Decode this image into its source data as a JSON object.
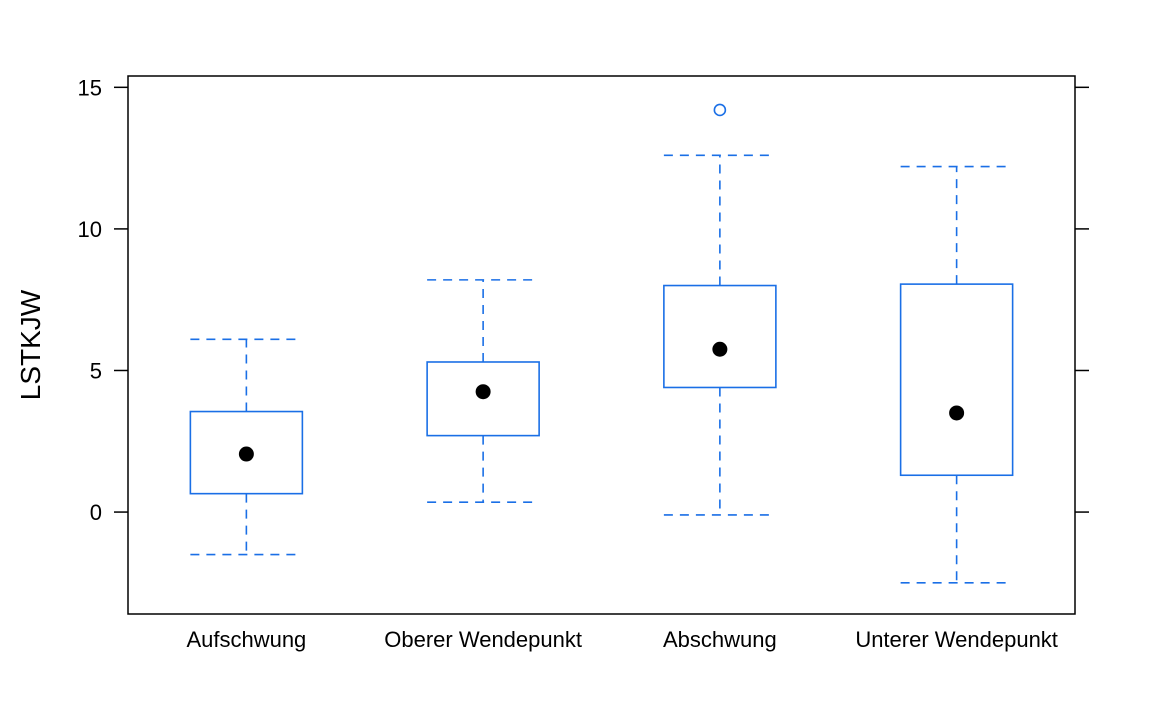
{
  "chart_data": {
    "type": "boxplot",
    "ylabel": "LSTKJW",
    "xlabel": "",
    "ylim": [
      -3.6,
      15.4
    ],
    "yticks": [
      0,
      5,
      10,
      15
    ],
    "grid": false,
    "legend": "none",
    "box_color": "#1A6FE6",
    "median_dot_color": "#000000",
    "categories": [
      "Aufschwung",
      "Oberer Wendepunkt",
      "Abschwung",
      "Unterer Wendepunkt"
    ],
    "boxes": [
      {
        "category": "Aufschwung",
        "whisker_low": -1.5,
        "q1": 0.65,
        "median": 2.05,
        "q3": 3.55,
        "whisker_high": 6.1,
        "outliers": []
      },
      {
        "category": "Oberer Wendepunkt",
        "whisker_low": 0.35,
        "q1": 2.7,
        "median": 4.25,
        "q3": 5.3,
        "whisker_high": 8.2,
        "outliers": []
      },
      {
        "category": "Abschwung",
        "whisker_low": -0.1,
        "q1": 4.4,
        "median": 5.75,
        "q3": 8.0,
        "whisker_high": 12.6,
        "outliers": [
          14.2
        ]
      },
      {
        "category": "Unterer Wendepunkt",
        "whisker_low": -2.5,
        "q1": 1.3,
        "median": 3.5,
        "q3": 8.05,
        "whisker_high": 12.2,
        "outliers": []
      }
    ]
  }
}
